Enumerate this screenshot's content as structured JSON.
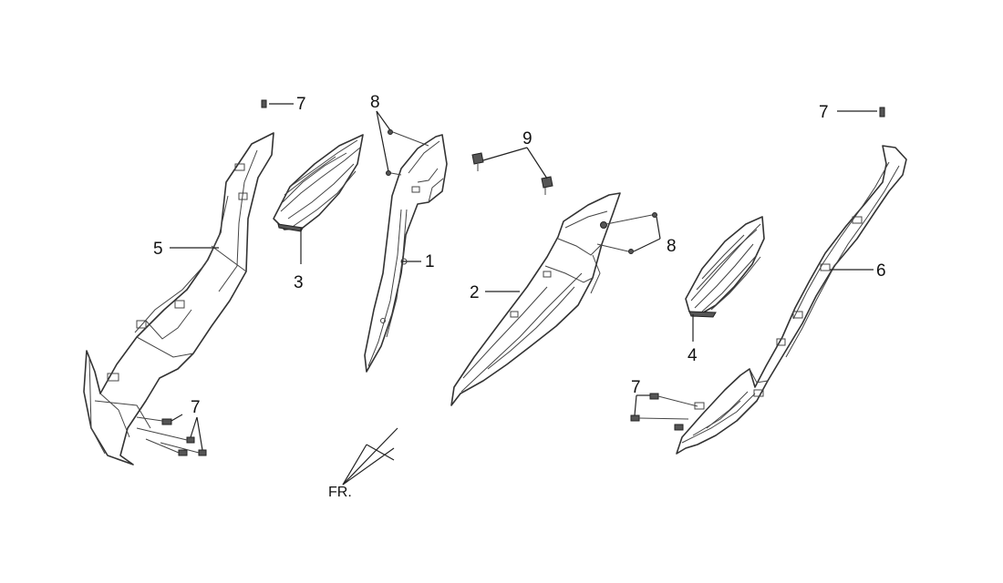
{
  "callouts": {
    "c1": "1",
    "c2": "2",
    "c3": "3",
    "c4": "4",
    "c5": "5",
    "c6": "6",
    "c7a": "7",
    "c7b": "7",
    "c7c": "7",
    "c7d": "7",
    "c8a": "8",
    "c8b": "8",
    "c9": "9"
  },
  "front_indicator": "FR."
}
